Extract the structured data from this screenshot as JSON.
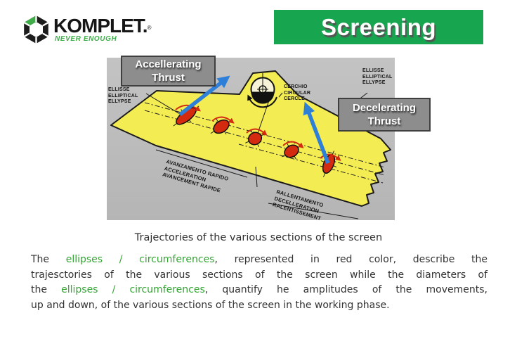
{
  "logo": {
    "brand": "KOMPLET.",
    "registered": "®",
    "tagline": "NEVER ENOUGH",
    "green": "#3fae49"
  },
  "banner": {
    "title": "Screening",
    "bg": "#17a54f"
  },
  "diagram": {
    "callouts": {
      "accelerating": {
        "line1": "Accellerating",
        "line2": "Thrust"
      },
      "decelerating": {
        "line1": "Decelerating",
        "line2": "Thrust"
      }
    },
    "labels": {
      "ellipse_left": [
        "ELLISSE",
        "ELLIPTICAL",
        "ELLYPSE"
      ],
      "circle_center": [
        "CERCHIO",
        "CIRCULAR",
        "CERCLE"
      ],
      "ellipse_right": [
        "ELLISSE",
        "ELLIPTICAL",
        "ELLYPSE"
      ],
      "acceleration_zone": [
        "AVANZAMENTO RAPIDO",
        "ACCELERATION",
        "AVANCEMENT RAPIDE"
      ],
      "deceleration_zone": [
        "RALLENTAMENTO",
        "DECELLERATION",
        "RALENTISSEMENT"
      ]
    },
    "colors": {
      "deck_yellow": "#f3ec52",
      "photo_gray": "#bdbdbd",
      "ellipse_red": "#d42a10",
      "arrow_blue": "#2e7fd8",
      "callout_gray": "#8d8d8d"
    }
  },
  "caption": "Trajectories of the various sections of the screen",
  "paragraph": {
    "green_color": "#33a533",
    "line1_pre": "The ",
    "line1_green": "ellipses / circumferences",
    "line1_post": ", represented in red color, describe the",
    "line2": "trajesctories of the various sections of the screen while the diameters of",
    "line3_pre": "the ",
    "line3_green": "ellipses / circumferences",
    "line3_post": ", quantify he amplitudes of the movements,",
    "line4": "up and down, of the various sections of the screen in the working phase."
  }
}
